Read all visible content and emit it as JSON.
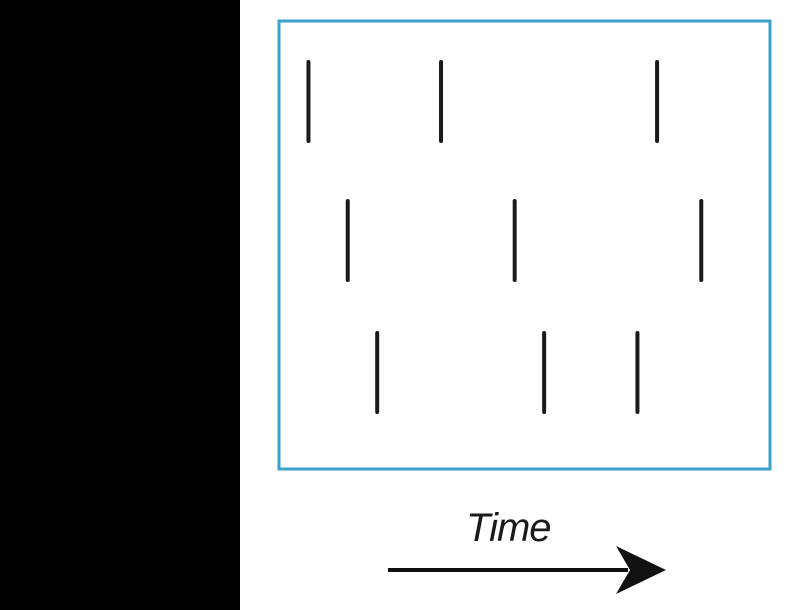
{
  "colors": {
    "left_panel": "#000000",
    "frame_border": "#3aa0cc",
    "spike": "#1a1a1a",
    "arrow": "#111111",
    "background": "#ffffff"
  },
  "axis": {
    "label": "Time",
    "arrow_icon": "right-arrow-icon"
  },
  "rows": [
    {
      "spike_times": [
        0.06,
        0.33,
        0.77
      ]
    },
    {
      "spike_times": [
        0.14,
        0.48,
        0.86
      ]
    },
    {
      "spike_times": [
        0.2,
        0.54,
        0.73
      ]
    }
  ]
}
